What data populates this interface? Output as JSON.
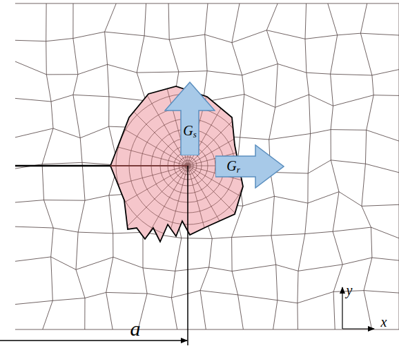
{
  "diagram": {
    "nodes": [
      {
        "text": [
          "Gs"
        ]
      },
      {
        "text": [
          "Gr"
        ]
      }
    ],
    "labels": [
      "a",
      "y",
      "x"
    ]
  }
}
